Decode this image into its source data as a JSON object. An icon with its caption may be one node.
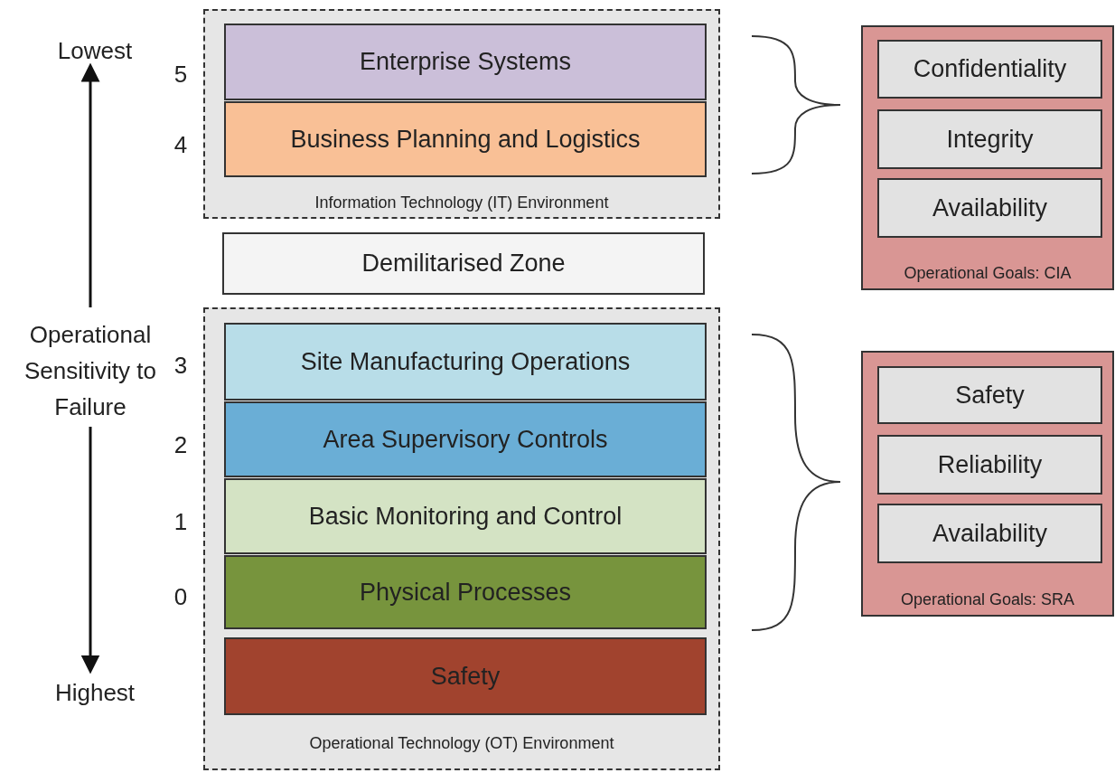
{
  "diagram": {
    "nodes": [
      {
        "text": [
          "Information Technology (IT) Environment"
        ]
      },
      {
        "text": [
          "Enterprise Systems"
        ],
        "in": 0
      },
      {
        "text": [
          "Business Planning and Logistics"
        ],
        "in": 0
      },
      {
        "text": [
          "Demilitarised Zone"
        ]
      },
      {
        "text": [
          "Operational Technology (OT) Environment"
        ]
      },
      {
        "text": [
          "Site Manufacturing Operations"
        ],
        "in": 4
      },
      {
        "text": [
          "Area Supervisory Controls"
        ],
        "in": 4
      },
      {
        "text": [
          "Basic Monitoring and Control"
        ],
        "in": 4
      },
      {
        "text": [
          "Physical Processes"
        ],
        "in": 4
      },
      {
        "text": [
          "Safety"
        ],
        "in": 4
      },
      {
        "text": [
          "Operational Goals: CIA"
        ]
      },
      {
        "text": [
          "Confidentiality"
        ],
        "in": 10
      },
      {
        "text": [
          "Integrity"
        ],
        "in": 10
      },
      {
        "text": [
          "Availability"
        ],
        "in": 10
      },
      {
        "text": [
          "Operational Goals: SRA"
        ]
      },
      {
        "text": [
          "Safety"
        ],
        "in": 14
      },
      {
        "text": [
          "Reliability"
        ],
        "in": 14
      },
      {
        "text": [
          "Availability"
        ],
        "in": 14
      }
    ],
    "labels": [
      "Lowest",
      "5",
      "4",
      "Operational Sensitivity to Failure",
      "3",
      "2",
      "1",
      "0",
      "Highest"
    ]
  }
}
